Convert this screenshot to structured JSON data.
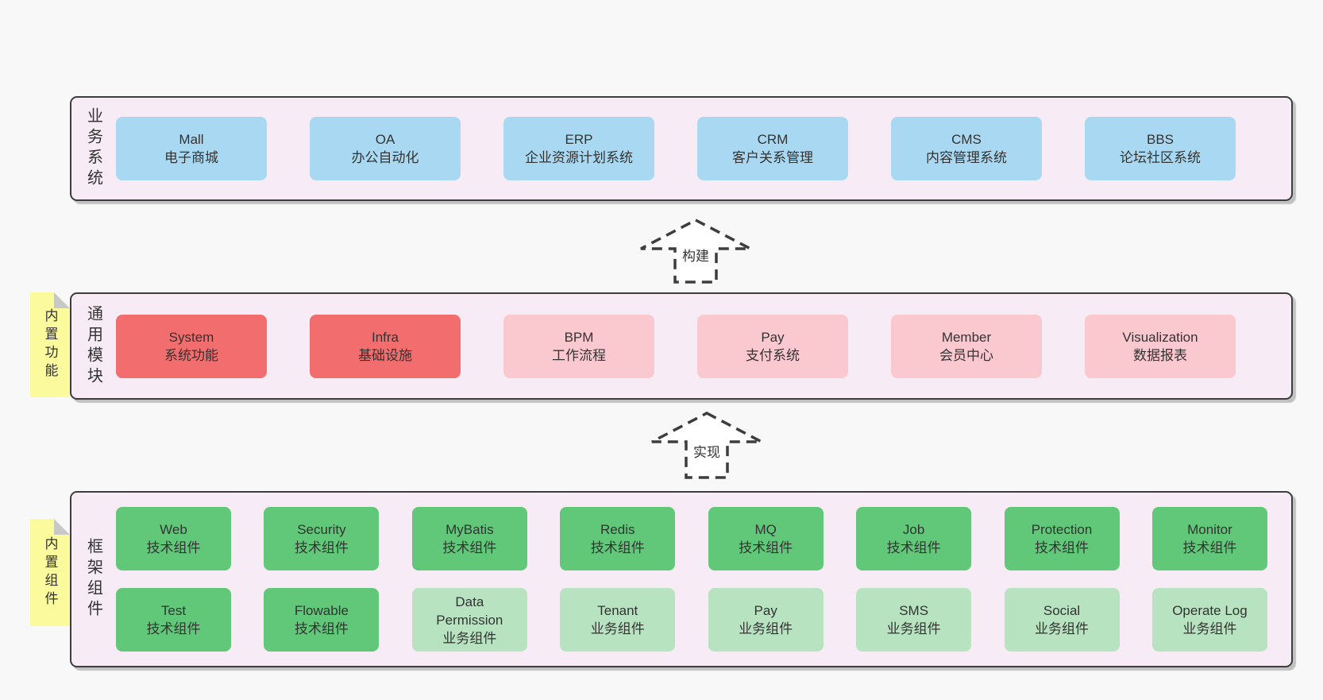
{
  "colors": {
    "page_background": "#f8f8f8",
    "layer_fill": "#f7ecf5",
    "layer_border": "#3d3d3d",
    "box_blue": "#a9d9f2",
    "box_red": "#f26d6d",
    "box_pink": "#fac8cf",
    "box_green": "#60c878",
    "box_lightgreen": "#b8e3c1",
    "sticky_yellow": "#fbfa9d",
    "sticky_fold_gray": "#c8c8c8",
    "text": "#333333"
  },
  "arrows": [
    {
      "label": "构建"
    },
    {
      "label": "实现"
    }
  ],
  "layers": [
    {
      "id": "business",
      "label": "业务系统",
      "boxes": [
        {
          "name": "Mall",
          "subtitle": "电子商城"
        },
        {
          "name": "OA",
          "subtitle": "办公自动化"
        },
        {
          "name": "ERP",
          "subtitle": "企业资源计划系统"
        },
        {
          "name": "CRM",
          "subtitle": "客户关系管理"
        },
        {
          "name": "CMS",
          "subtitle": "内容管理系统"
        },
        {
          "name": "BBS",
          "subtitle": "论坛社区系统"
        }
      ]
    },
    {
      "id": "modules",
      "label": "通用模块",
      "note": "内置功能",
      "boxes": [
        {
          "name": "System",
          "subtitle": "系统功能"
        },
        {
          "name": "Infra",
          "subtitle": "基础设施"
        },
        {
          "name": "BPM",
          "subtitle": "工作流程"
        },
        {
          "name": "Pay",
          "subtitle": "支付系统"
        },
        {
          "name": "Member",
          "subtitle": "会员中心"
        },
        {
          "name": "Visualization",
          "subtitle": "数据报表"
        }
      ]
    },
    {
      "id": "components",
      "label": "框架组件",
      "note": "内置组件",
      "rows": [
        [
          {
            "name": "Web",
            "subtitle": "技术组件"
          },
          {
            "name": "Security",
            "subtitle": "技术组件"
          },
          {
            "name": "MyBatis",
            "subtitle": "技术组件"
          },
          {
            "name": "Redis",
            "subtitle": "技术组件"
          },
          {
            "name": "MQ",
            "subtitle": "技术组件"
          },
          {
            "name": "Job",
            "subtitle": "技术组件"
          },
          {
            "name": "Protection",
            "subtitle": "技术组件"
          },
          {
            "name": "Monitor",
            "subtitle": "技术组件"
          }
        ],
        [
          {
            "name": "Test",
            "subtitle": "技术组件"
          },
          {
            "name": "Flowable",
            "subtitle": "技术组件"
          },
          {
            "name": "Data Permission",
            "subtitle": "业务组件"
          },
          {
            "name": "Tenant",
            "subtitle": "业务组件"
          },
          {
            "name": "Pay",
            "subtitle": "业务组件"
          },
          {
            "name": "SMS",
            "subtitle": "业务组件"
          },
          {
            "name": "Social",
            "subtitle": "业务组件"
          },
          {
            "name": "Operate Log",
            "subtitle": "业务组件"
          }
        ]
      ]
    }
  ]
}
